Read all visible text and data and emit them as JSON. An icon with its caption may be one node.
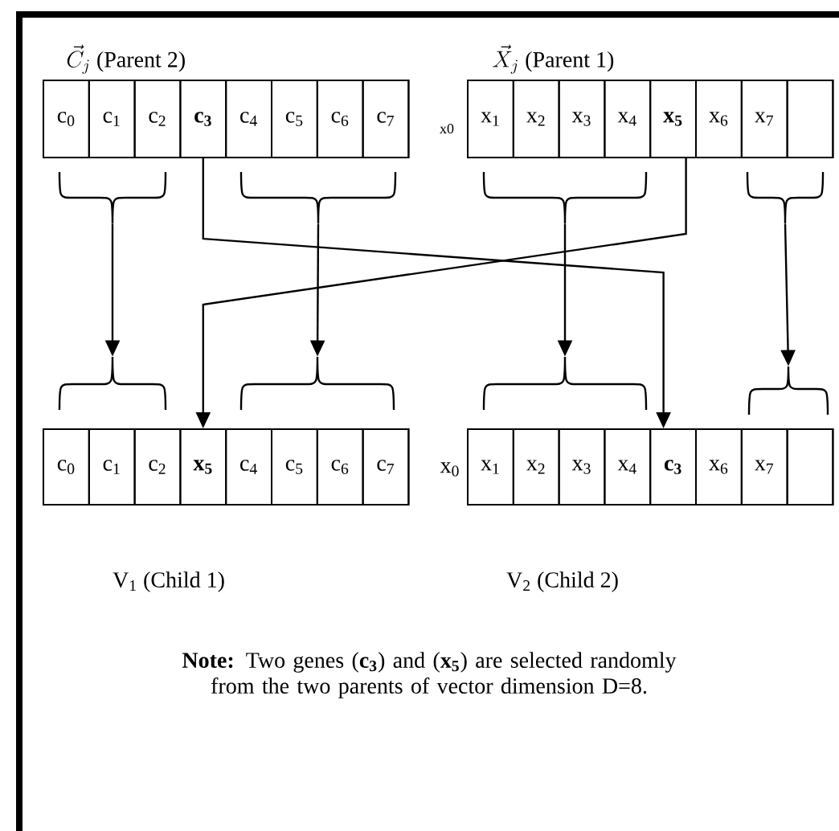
{
  "diagram": {
    "nodes": [
      {
        "text": [
          "\\vec{C}_{j}",
          "(Parent 2)"
        ]
      },
      {
        "text": [
          "c$_{0}$"
        ],
        "in": 0
      },
      {
        "text": [
          "c$_{1}$"
        ],
        "in": 0
      },
      {
        "text": [
          "c$_{2}$"
        ],
        "in": 0
      },
      {
        "text": [
          "**c$_{3}$**"
        ],
        "in": 0
      },
      {
        "text": [
          "c$_{4}$"
        ],
        "in": 0
      },
      {
        "text": [
          "c$_{5}$"
        ],
        "in": 0
      },
      {
        "text": [
          "c$_{6}$"
        ],
        "in": 0
      },
      {
        "text": [
          "c$_{7}$"
        ],
        "in": 0
      },
      {
        "text": [
          "\\vec{X}_{j}",
          "(Parent 1)"
        ],
        "beside": [
          "x0"
        ]
      },
      {
        "text": [
          "x$_{1}$"
        ],
        "in": 9
      },
      {
        "text": [
          "x$_{2}$"
        ],
        "in": 9
      },
      {
        "text": [
          "x$_{3}$"
        ],
        "in": 9
      },
      {
        "text": [
          "x$_{4}$"
        ],
        "in": 9
      },
      {
        "text": [
          "**x$_{5}$**"
        ],
        "in": 9
      },
      {
        "text": [
          "x$_{6}$"
        ],
        "in": 9
      },
      {
        "text": [
          "x$_{7}$"
        ],
        "in": 9
      },
      {
        "text": [],
        "shape": "box",
        "in": 9
      },
      {
        "text": [],
        "shape": "brace"
      },
      {
        "text": [],
        "shape": "brace"
      },
      {
        "text": [],
        "shape": "brace"
      },
      {
        "text": [],
        "shape": "brace"
      },
      {
        "text": [],
        "shape": "brace"
      },
      {
        "text": [],
        "shape": "brace"
      },
      {
        "text": [],
        "shape": "brace"
      },
      {
        "text": [],
        "shape": "brace"
      },
      {
        "text": [
          "V$_{1}$ (Child 1)"
        ]
      },
      {
        "text": [
          "c$_{0}$"
        ],
        "in": 26
      },
      {
        "text": [
          "c$_{1}$"
        ],
        "in": 26
      },
      {
        "text": [
          "c$_{2}$"
        ],
        "in": 26
      },
      {
        "text": [
          "**x$_{5}$**"
        ],
        "in": 26
      },
      {
        "text": [
          "c$_{4}$"
        ],
        "in": 26
      },
      {
        "text": [
          "c$_{5}$"
        ],
        "in": 26
      },
      {
        "text": [
          "c$_{6}$"
        ],
        "in": 26
      },
      {
        "text": [
          "c$_{7}$"
        ],
        "in": 26
      },
      {
        "text": [
          "V$_{2}$ (Child 2)"
        ],
        "beside": [
          "x$_{0}$"
        ]
      },
      {
        "text": [
          "x$_{1}$"
        ],
        "in": 35
      },
      {
        "text": [
          "x$_{2}$"
        ],
        "in": 35
      },
      {
        "text": [
          "x$_{3}$"
        ],
        "in": 35
      },
      {
        "text": [
          "x$_{4}$"
        ],
        "in": 35
      },
      {
        "text": [
          "**c$_{3}$**"
        ],
        "in": 35
      },
      {
        "text": [
          "x$_{6}$"
        ],
        "in": 35
      },
      {
        "text": [
          "x$_{7}$"
        ],
        "in": 35
      },
      {
        "text": [],
        "shape": "box",
        "in": 35
      }
    ],
    "edges": [
      {
        "from": 18,
        "to": 22,
        "arrow": "to"
      },
      {
        "from": 19,
        "to": 23,
        "arrow": "to"
      },
      {
        "from": 20,
        "to": 24,
        "arrow": "to"
      },
      {
        "from": 21,
        "to": 25,
        "arrow": "to"
      },
      {
        "from": 4,
        "to": 40,
        "arrow": "to"
      },
      {
        "from": 14,
        "to": 30,
        "arrow": "to"
      }
    ],
    "labels": [
      "**Note:** Two genes (**c$_{3}$**) and (**x$_{5}$**) are selected randomly from the two parents of vector dimension D=8."
    ]
  }
}
